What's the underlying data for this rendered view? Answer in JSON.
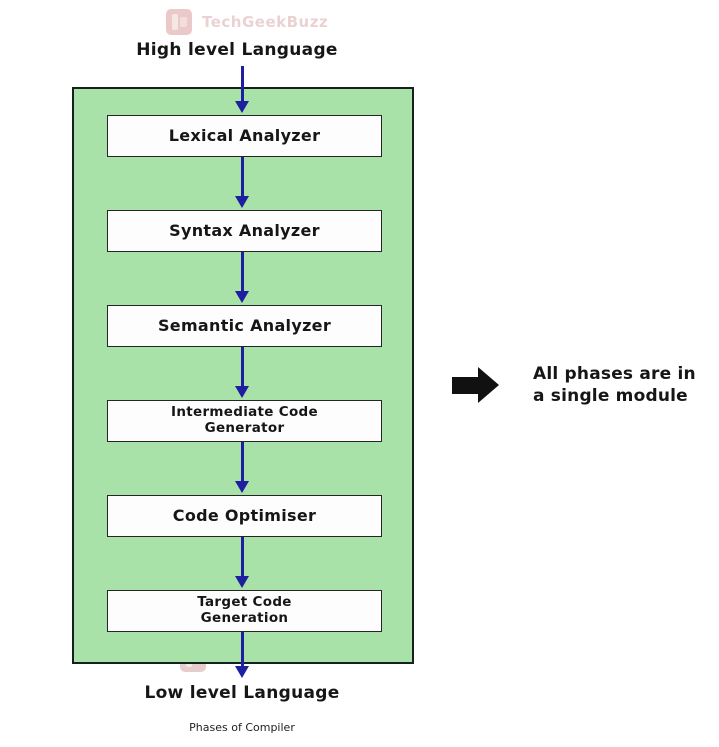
{
  "watermark": {
    "text": "TechGeekBuzz"
  },
  "top_label": "High level Language",
  "bottom_label": "Low level Language",
  "caption": "Phases of Compiler",
  "flow": {
    "steps": [
      {
        "label": "Lexical Analyzer"
      },
      {
        "label": "Syntax Analyzer"
      },
      {
        "label": "Semantic Analyzer"
      },
      {
        "label": "Intermediate Code\nGenerator"
      },
      {
        "label": "Code Optimiser"
      },
      {
        "label": "Target Code\nGeneration"
      }
    ]
  },
  "annotation": {
    "text": "All phases are in\na single module"
  },
  "colors": {
    "green-fill": "#a8e2a8",
    "arrow-navy": "#1e1ea0",
    "text": "#161616",
    "ink": "#111111"
  }
}
